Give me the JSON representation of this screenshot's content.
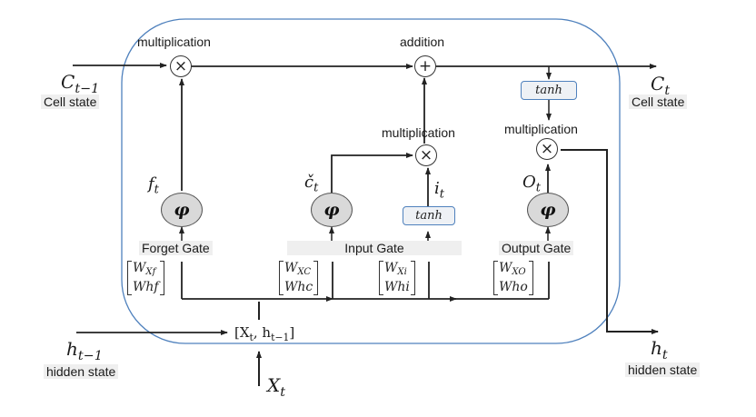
{
  "diagram": {
    "title": "LSTM cell",
    "colors": {
      "cell_border": "#4f81bd",
      "line": "#222222",
      "phi_fill": "#d9d9d9",
      "tanh_fill": "#eef1f5",
      "label_bg": "#efefef"
    },
    "inputs": {
      "cell_prev": {
        "symbol": "C",
        "sub": "t−1",
        "caption": "Cell state"
      },
      "hidden_prev": {
        "symbol": "h",
        "sub": "t−1",
        "caption": "hidden state"
      },
      "x": {
        "symbol": "X",
        "sub": "t"
      }
    },
    "outputs": {
      "cell": {
        "symbol": "C",
        "sub": "t",
        "caption": "Cell state"
      },
      "hidden": {
        "symbol": "h",
        "sub": "t",
        "caption": "hidden state"
      }
    },
    "concat": {
      "text_open": "[X",
      "sub1": "t",
      "mid": ", h",
      "sub2": "t−1",
      "text_close": "]"
    },
    "operations": {
      "forget_mult": {
        "label": "multiplication",
        "symbol": "×"
      },
      "addition": {
        "label": "addition",
        "symbol": "+"
      },
      "input_mult": {
        "label": "multiplication",
        "symbol": "×"
      },
      "output_mult": {
        "label": "multiplication",
        "symbol": "×"
      }
    },
    "activations": {
      "phi_symbol": "φ",
      "tanh_label": "tanh"
    },
    "gates": {
      "forget": {
        "label": "Forget Gate",
        "signal": "f",
        "signal_sub": "t",
        "w1": "W",
        "w1_sub": "Xf",
        "w2": "Whf"
      },
      "input_candidate": {
        "signal": "č",
        "signal_sub": "t",
        "w1": "W",
        "w1_sub": "XC",
        "w2": "Whc"
      },
      "input": {
        "label": "Input Gate",
        "signal": "i",
        "signal_sub": "t",
        "w1": "W",
        "w1_sub": "Xi",
        "w2": "Whi"
      },
      "output": {
        "label": "Output Gate",
        "signal": "O",
        "signal_sub": "t",
        "w1": "W",
        "w1_sub": "XO",
        "w2": "Who"
      }
    }
  }
}
